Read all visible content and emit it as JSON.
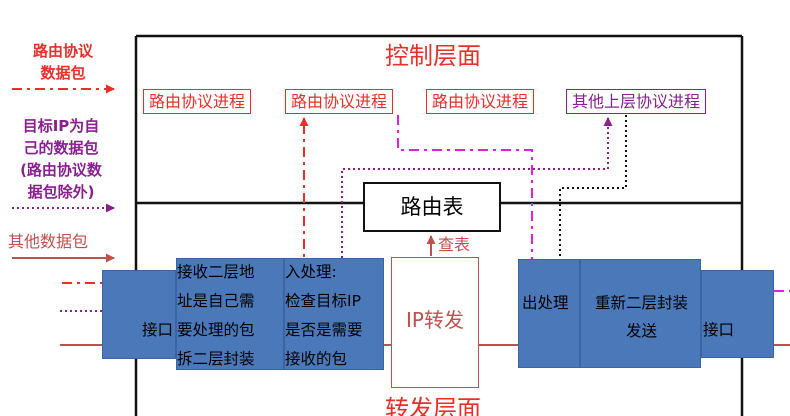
{
  "legend": {
    "routing_protocol_packet": "路由协议\n数据包",
    "dest_ip_self": "目标IP为自\n己的数据包\n(路由协议数\n据包除外)",
    "other_packet": "其他数据包"
  },
  "control_plane": {
    "title": "控制层面",
    "processes": [
      "路由协议进程",
      "路由协议进程",
      "路由协议进程",
      "其他上层协议进程"
    ],
    "routing_table": "路由表"
  },
  "forwarding_plane": {
    "title": "转发层面",
    "lookup_label": "查表",
    "interface_in": "接口",
    "layer2_check": [
      "接收二层地",
      "址是自己需",
      "要处理的包",
      "拆二层封装"
    ],
    "ingress_check": [
      "入处理:",
      "检查目标IP",
      "是否是需要",
      "接收的包"
    ],
    "ip_forward": "IP转发",
    "egress": "出处理",
    "reencap": [
      "重新二层封装",
      "发送"
    ],
    "interface_out": "接口"
  },
  "colors": {
    "red": "#e8302a",
    "magenta": "#e020e0",
    "purple": "#8a2090",
    "brown": "#c0504d",
    "block": "#4a78b8"
  }
}
